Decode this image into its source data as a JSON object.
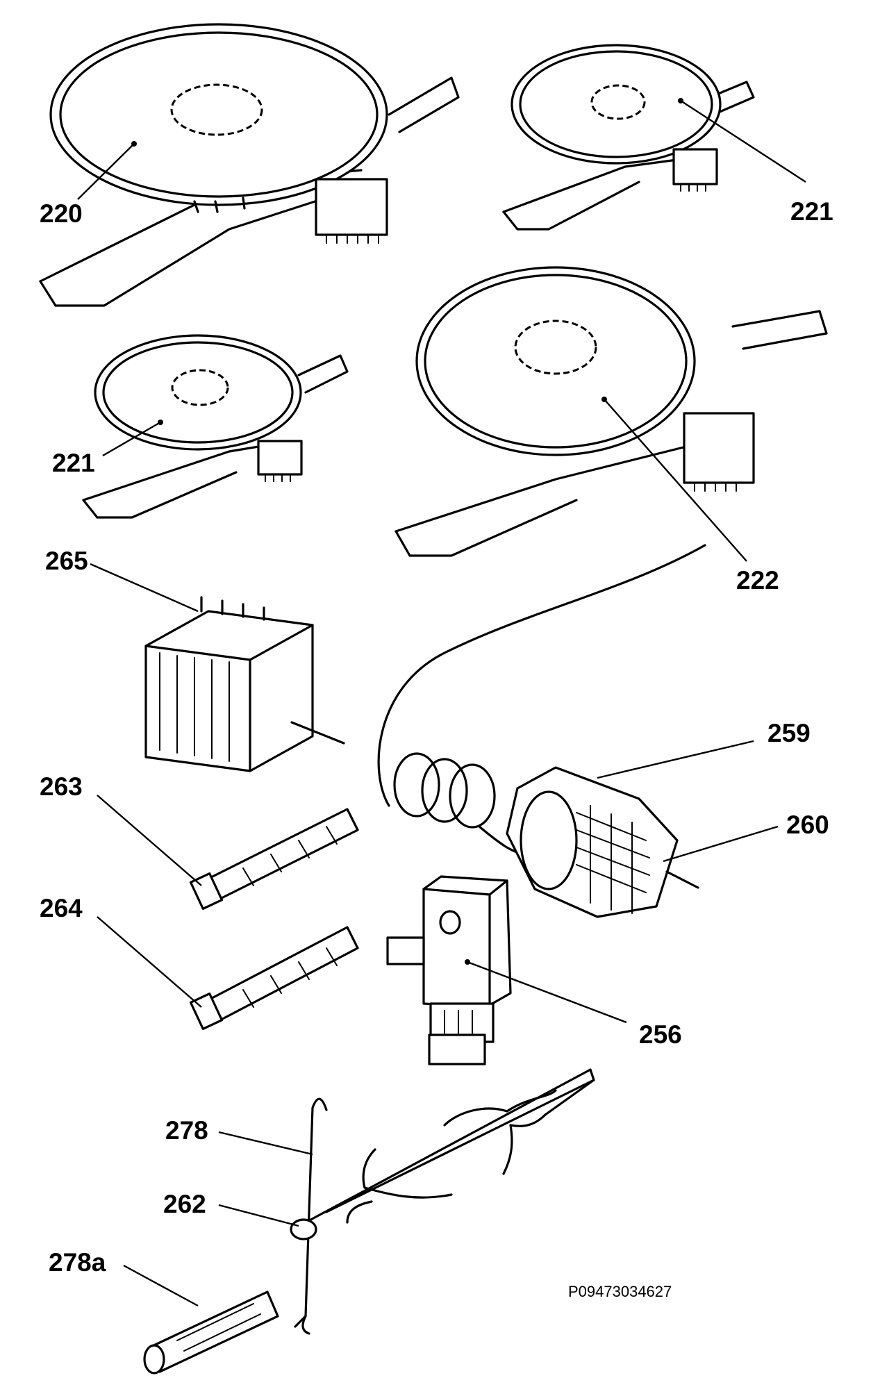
{
  "diagram": {
    "callouts": [
      {
        "id": "220",
        "text": "220"
      },
      {
        "id": "221a",
        "text": "221"
      },
      {
        "id": "221b",
        "text": "221"
      },
      {
        "id": "222",
        "text": "222"
      },
      {
        "id": "265",
        "text": "265"
      },
      {
        "id": "259",
        "text": "259"
      },
      {
        "id": "260",
        "text": "260"
      },
      {
        "id": "263",
        "text": "263"
      },
      {
        "id": "264",
        "text": "264"
      },
      {
        "id": "256",
        "text": "256"
      },
      {
        "id": "278",
        "text": "278"
      },
      {
        "id": "262",
        "text": "262"
      },
      {
        "id": "278a",
        "text": "278a"
      }
    ],
    "drawing_code": "P09473034627"
  }
}
